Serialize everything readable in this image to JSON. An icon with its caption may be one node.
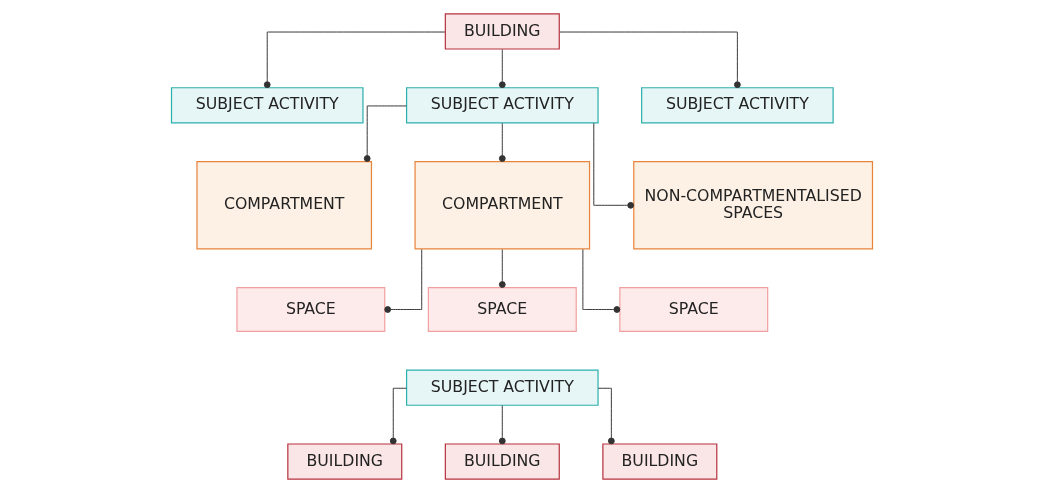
{
  "diagram": {
    "nodes": [
      {
        "text": [
          "BUILDING"
        ]
      },
      {
        "text": [
          "SUBJECT ACTIVITY"
        ]
      },
      {
        "text": [
          "SUBJECT ACTIVITY"
        ]
      },
      {
        "text": [
          "SUBJECT ACTIVITY"
        ]
      },
      {
        "text": [
          "COMPARTMENT"
        ]
      },
      {
        "text": [
          "COMPARTMENT"
        ]
      },
      {
        "text": [
          "NON-COMPARTMENTALISED SPACES"
        ]
      },
      {
        "text": [
          "SPACE"
        ]
      },
      {
        "text": [
          "SPACE"
        ]
      },
      {
        "text": [
          "SPACE"
        ]
      },
      {
        "text": [
          "SUBJECT ACTIVITY"
        ]
      },
      {
        "text": [
          "BUILDING"
        ]
      },
      {
        "text": [
          "BUILDING"
        ]
      },
      {
        "text": [
          "BUILDING"
        ]
      }
    ],
    "edges": [
      {
        "from": 0,
        "to": 1,
        "arrow": "other"
      },
      {
        "from": 0,
        "to": 2,
        "arrow": "other"
      },
      {
        "from": 0,
        "to": 3,
        "arrow": "other"
      },
      {
        "from": 2,
        "to": 4,
        "arrow": "other"
      },
      {
        "from": 2,
        "to": 5,
        "arrow": "other"
      },
      {
        "from": 2,
        "to": 6,
        "arrow": "other"
      },
      {
        "from": 5,
        "to": 7,
        "arrow": "other"
      },
      {
        "from": 5,
        "to": 8,
        "arrow": "other"
      },
      {
        "from": 5,
        "to": 9,
        "arrow": "other"
      },
      {
        "from": 10,
        "to": 11,
        "arrow": "other"
      },
      {
        "from": 10,
        "to": 12,
        "arrow": "other"
      },
      {
        "from": 10,
        "to": 13,
        "arrow": "other"
      }
    ]
  }
}
